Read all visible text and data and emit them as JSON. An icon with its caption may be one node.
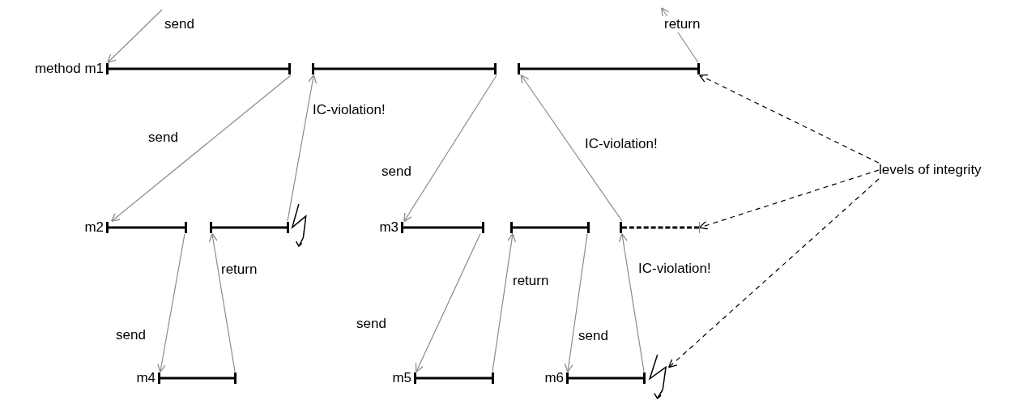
{
  "diagram": {
    "nodes": [
      {
        "text": [],
        "shape": "bar",
        "beside": [
          "method m1"
        ]
      },
      {
        "text": [],
        "shape": "bar"
      },
      {
        "text": [],
        "shape": "bar"
      },
      {
        "text": [],
        "shape": "bar",
        "beside": [
          "m2"
        ]
      },
      {
        "text": [],
        "shape": "bar"
      },
      {
        "text": [],
        "shape": "lightning"
      },
      {
        "text": [],
        "shape": "bar",
        "beside": [
          "m3"
        ]
      },
      {
        "text": [],
        "shape": "bar"
      },
      {
        "text": [],
        "shape": "bar"
      },
      {
        "text": [],
        "shape": "bar",
        "beside": [
          "m4"
        ]
      },
      {
        "text": [],
        "shape": "bar",
        "beside": [
          "m5"
        ]
      },
      {
        "text": [],
        "shape": "bar",
        "beside": [
          "m6"
        ]
      },
      {
        "text": [],
        "shape": "lightning"
      },
      {
        "text": [
          "levels of integrity"
        ]
      }
    ],
    "edges": [
      {
        "from": null,
        "to": 0,
        "arrow": "to",
        "label": "send"
      },
      {
        "from": 0,
        "to": 3,
        "arrow": "to",
        "label": "send"
      },
      {
        "from": 4,
        "to": 1,
        "arrow": "to",
        "label": "IC-violation!"
      },
      {
        "from": 1,
        "to": 6,
        "arrow": "to",
        "label": "send"
      },
      {
        "from": 8,
        "to": 2,
        "arrow": "to",
        "label": "IC-violation!"
      },
      {
        "from": 2,
        "to": null,
        "arrow": "to",
        "label": "return"
      },
      {
        "from": 3,
        "to": 9,
        "arrow": "to",
        "label": "send"
      },
      {
        "from": 9,
        "to": 4,
        "arrow": "to",
        "label": "return"
      },
      {
        "from": 6,
        "to": 10,
        "arrow": "to",
        "label": "send"
      },
      {
        "from": 10,
        "to": 7,
        "arrow": "to",
        "label": "return"
      },
      {
        "from": 7,
        "to": 11,
        "arrow": "to",
        "label": "send"
      },
      {
        "from": 11,
        "to": 8,
        "arrow": "to",
        "label": "IC-violation!"
      },
      {
        "from": 13,
        "to": 2,
        "arrow": "to",
        "style": "dashed",
        "color": "#000000"
      },
      {
        "from": 13,
        "to": 8,
        "arrow": "to",
        "style": "dashed",
        "color": "#000000"
      },
      {
        "from": 13,
        "to": 12,
        "arrow": "to",
        "style": "dashed",
        "color": "#000000"
      }
    ]
  }
}
